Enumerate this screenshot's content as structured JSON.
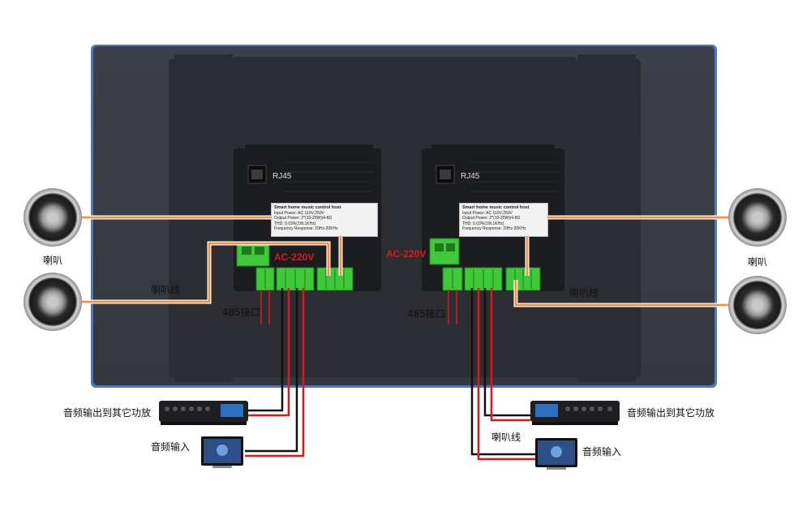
{
  "diagram": {
    "colors": {
      "panel": "#3a3d45",
      "panel_edge": "#4f78b8",
      "inner": "#2a2c31",
      "module": "#1c1d20",
      "terminal": "#3ec83a",
      "speaker_wire": "#ff8a3c",
      "red_wire": "#e3161c",
      "black_wire": "#111111"
    },
    "left_module": {
      "rj45_label": "RJ45",
      "ac_label": "AC-220V",
      "label_485": "485接口",
      "sticker_title": "Smart home music control host",
      "sticker_lines": [
        "Input Power: AC 110V-250V",
        "Output Power: 2*(10-20W)/4-8Ω",
        "THD: 0.03%(1W,1KHz)",
        "Frequency Response: 20Hz-20KHz"
      ]
    },
    "right_module": {
      "rj45_label": "RJ45",
      "ac_label": "AC-220V",
      "label_485": "485接口",
      "sticker_title": "Smart home music control host",
      "sticker_lines": [
        "Input Power: AC 110V-250V",
        "Output Power: 2*(10-20W)/4-8Ω",
        "THD: 0.03%(1W,1KHz)",
        "Frequency Response: 20Hz-20KHz"
      ]
    },
    "labels": {
      "speaker_left": "喇叭",
      "speaker_right": "喇叭",
      "speaker_wire_left": "喇叭线",
      "speaker_wire_right": "喇叭线",
      "speaker_wire_bottom": "喇叭线",
      "audio_out_left": "音频输出到其它功放",
      "audio_out_right": "音频输出到其它功放",
      "audio_in_left": "音频输入",
      "audio_in_right": "音频输入"
    }
  }
}
